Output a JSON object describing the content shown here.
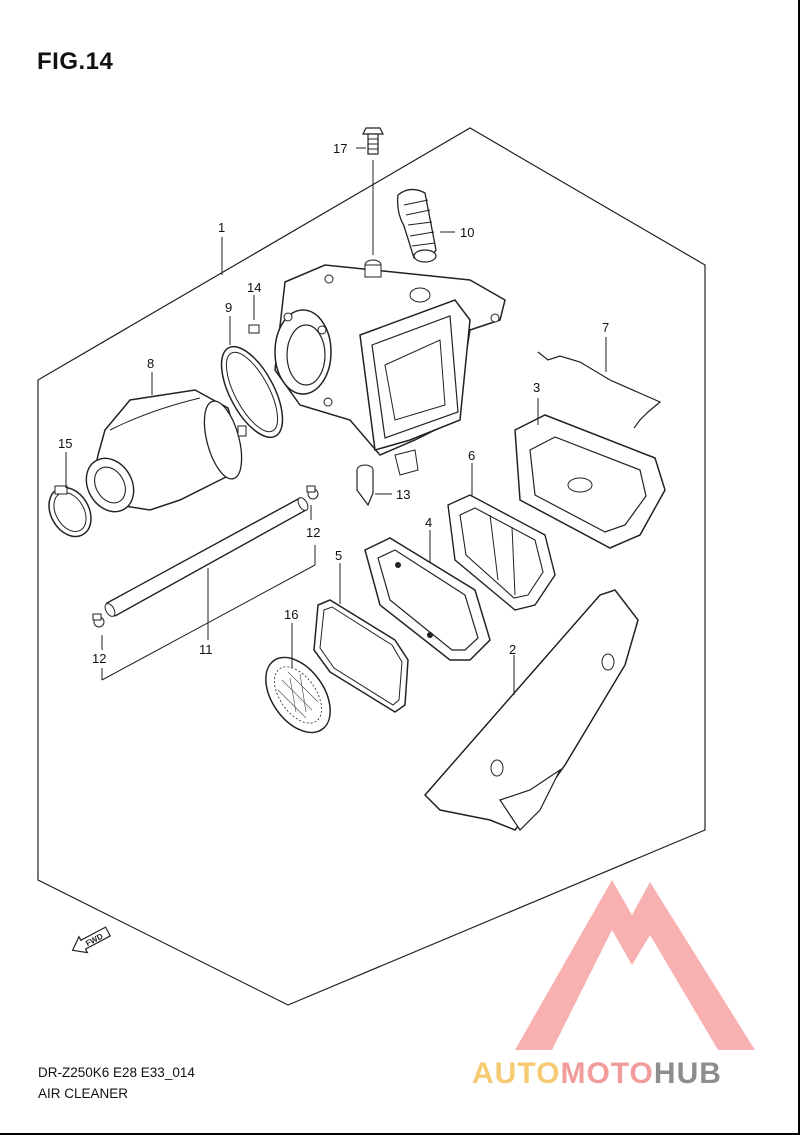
{
  "figure_title": "FIG.14",
  "footer": {
    "model_code": "DR-Z250K6 E28 E33_014",
    "section_name": "AIR CLEANER"
  },
  "fwd_label": "FWD",
  "watermark": {
    "text_part1": "AUTO",
    "text_part2": "MOTO",
    "text_part3": "HUB",
    "color_part1": "#f5c15a",
    "color_part2": "#f08a8a",
    "color_part3": "#7a7a7a",
    "logo_color": "#f7a3a3"
  },
  "callouts": {
    "c1": "1",
    "c2": "2",
    "c3": "3",
    "c4": "4",
    "c5": "5",
    "c6": "6",
    "c7": "7",
    "c8": "8",
    "c9": "9",
    "c10": "10",
    "c11": "11",
    "c12a": "12",
    "c12b": "12",
    "c13": "13",
    "c14": "14",
    "c15": "15",
    "c16": "16",
    "c17": "17"
  }
}
